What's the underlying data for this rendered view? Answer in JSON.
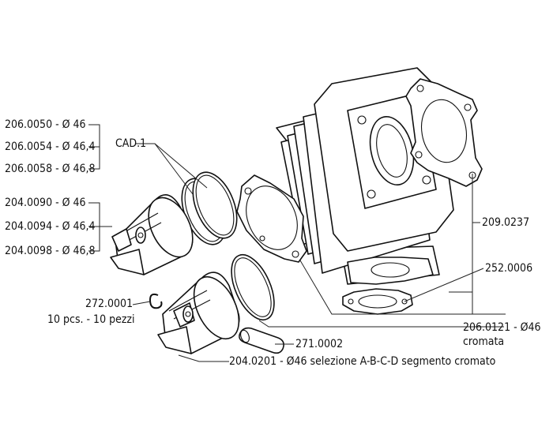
{
  "labels": {
    "pn_206_0050": "206.0050 - Ø 46",
    "pn_206_0054": "206.0054 - Ø 46,4",
    "pn_206_0058": "206.0058 - Ø 46,8",
    "cad": "CAD.1",
    "pn_204_0090": "204.0090 - Ø 46",
    "pn_204_0094": "204.0094 - Ø 46,4",
    "pn_204_0098": "204.0098 - Ø 46,8",
    "pn_272_0001": "272.0001",
    "pezzi": "10 pcs. - 10 pezzi",
    "pn_209_0237": "209.0237",
    "pn_252_0006": "252.0006",
    "pn_206_0121": "206.0121 - Ø46",
    "cromata": "cromata",
    "pn_271_0002": "271.0002",
    "pn_204_0201": "204.0201 - Ø46 selezione A-B-C-D  segmento cromato"
  }
}
